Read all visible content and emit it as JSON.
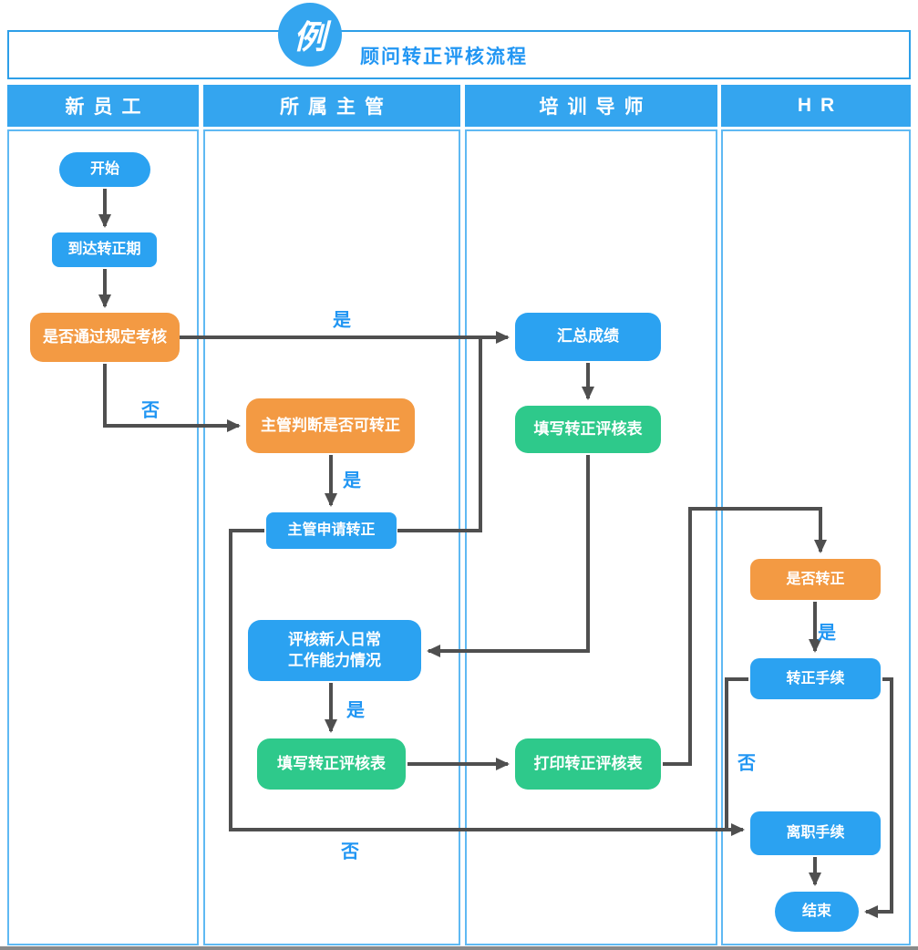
{
  "header": {
    "badge": "例",
    "title": "顾问转正评核流程"
  },
  "lanes": [
    {
      "label": "新员工"
    },
    {
      "label": "所属主管"
    },
    {
      "label": "培训导师"
    },
    {
      "label": "HR"
    }
  ],
  "nodes": {
    "start": {
      "label": "开始",
      "type": "start",
      "color": "blue"
    },
    "reach_period": {
      "label": "到达转正期",
      "type": "process",
      "color": "blue"
    },
    "pass_exam": {
      "label": "是否通过规定考核",
      "type": "decision",
      "color": "orange"
    },
    "supervisor_judge": {
      "label": "主管判断是否可转正",
      "type": "decision",
      "color": "orange"
    },
    "supervisor_apply": {
      "label": "主管申请转正",
      "type": "process",
      "color": "blue"
    },
    "evaluate_daily": {
      "line1": "评核新人日常",
      "line2": "工作能力情况",
      "type": "process",
      "color": "blue"
    },
    "fill_form_manager": {
      "label": "填写转正评核表",
      "type": "process",
      "color": "green"
    },
    "summarize_scores": {
      "label": "汇总成绩",
      "type": "process",
      "color": "blue"
    },
    "fill_form_mentor": {
      "label": "填写转正评核表",
      "type": "process",
      "color": "green"
    },
    "print_form": {
      "label": "打印转正评核表",
      "type": "process",
      "color": "green"
    },
    "confirm_regular": {
      "label": "是否转正",
      "type": "decision",
      "color": "orange"
    },
    "regular_procedure": {
      "label": "转正手续",
      "type": "process",
      "color": "blue"
    },
    "resign_procedure": {
      "label": "离职手续",
      "type": "process",
      "color": "blue"
    },
    "end": {
      "label": "结束",
      "type": "end",
      "color": "blue"
    }
  },
  "edge_labels": {
    "yes_pass_exam": "是",
    "no_pass_exam": "否",
    "yes_supervisor_judge": "是",
    "yes_evaluate_daily": "是",
    "yes_confirm_regular": "是",
    "no_confirm_regular": "否",
    "no_long_bottom": "否"
  },
  "colors": {
    "blue": "#2BA2F1",
    "orange": "#F39A43",
    "green": "#2EC98B",
    "headerblue": "#34A5EF",
    "labelblue": "#2196F3",
    "arrow": "#4F4F4F",
    "titleborder": "#2D9FE8",
    "laneborder": "#5FB9F3"
  }
}
